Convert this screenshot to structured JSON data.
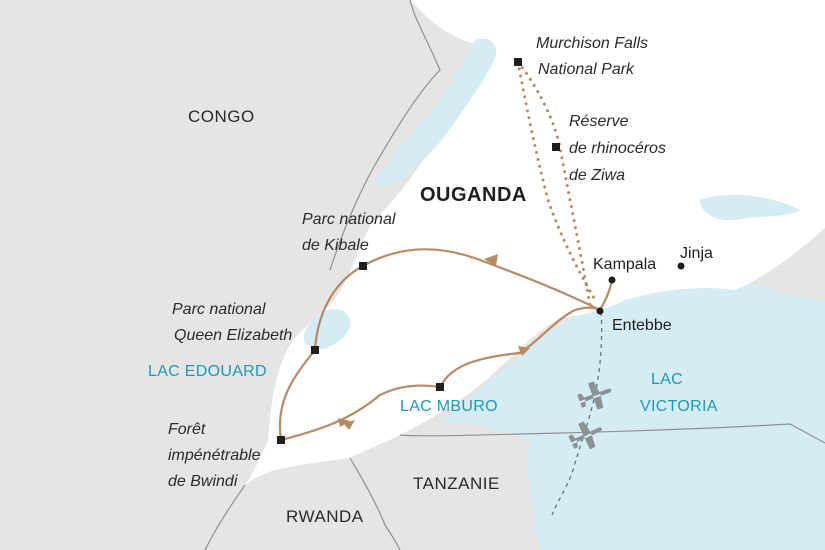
{
  "colors": {
    "land_uganda": "#ffffff",
    "land_neighbors": "#e6e5e3",
    "water": "#d5ecf5",
    "route": "#b88a63",
    "lake_label": "#1b9ab8"
  },
  "countries": {
    "congo": "CONGO",
    "uganda": "OUGANDA",
    "rwanda": "RWANDA",
    "tanzania": "TANZANIE"
  },
  "lakes": {
    "edouard": "LAC EDOUARD",
    "mburo": "LAC MBURO",
    "victoria_line1": "LAC",
    "victoria_line2": "VICTORIA"
  },
  "places": {
    "murchison": [
      "Murchison Falls",
      "National Park"
    ],
    "ziwa": [
      "Réserve",
      "de rhinocéros",
      "de Ziwa"
    ],
    "kibale": [
      "Parc national",
      "de Kibale"
    ],
    "queen_elizabeth": [
      "Parc national",
      "Queen Elizabeth"
    ],
    "bwindi": [
      "Forêt",
      "impénétrable",
      "de Bwindi"
    ]
  },
  "cities": {
    "kampala": "Kampala",
    "jinja": "Jinja",
    "entebbe": "Entebbe"
  },
  "icons": {
    "stop_marker": "square",
    "city_marker": "dot",
    "plane": "airplane-icon",
    "direction": "arrowhead"
  }
}
